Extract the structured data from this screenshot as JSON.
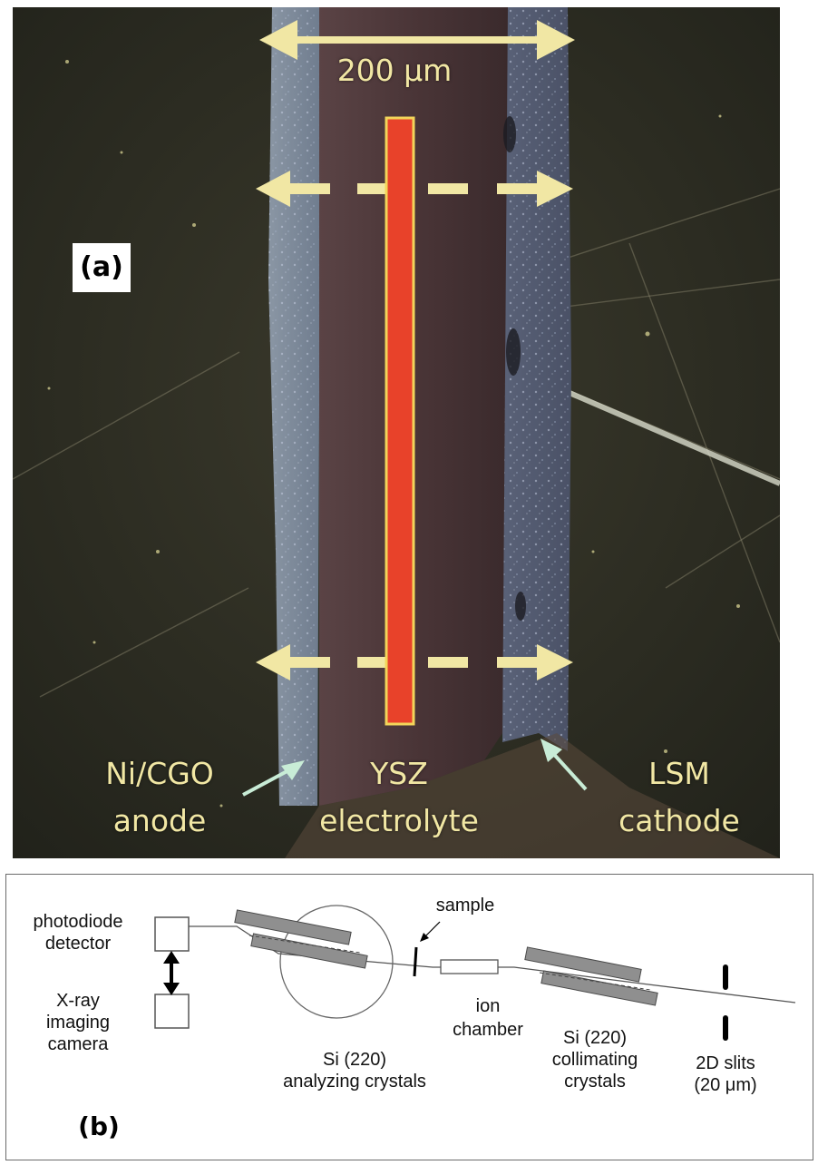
{
  "panel_a": {
    "tag": "(a)",
    "scale_bar_label": "200 μm",
    "labels": {
      "anode_line1": "Ni/CGO",
      "anode_line2": "anode",
      "electrolyte_line1": "YSZ",
      "electrolyte_line2": "electrolyte",
      "cathode_line1": "LSM",
      "cathode_line2": "cathode"
    },
    "colors": {
      "annotation": "#f1e7a4",
      "beam_bar": "#e8422a",
      "beam_outline": "#f2d55a",
      "pointer": "#c8ecd6"
    }
  },
  "panel_b": {
    "tag": "(b)",
    "labels": {
      "photodiode_line1": "photodiode",
      "photodiode_line2": "detector",
      "xray_line1": "X-ray",
      "xray_line2": "imaging",
      "xray_line3": "camera",
      "sample": "sample",
      "ion_line1": "ion",
      "ion_line2": "chamber",
      "analyzing_line1": "Si (220)",
      "analyzing_line2": "analyzing crystals",
      "collimating_line1": "Si (220)",
      "collimating_line2": "collimating",
      "collimating_line3": "crystals",
      "slits_line1": "2D slits",
      "slits_line2": "(20 μm)"
    },
    "colors": {
      "crystal": "#8f8f8f",
      "line": "#444444"
    }
  }
}
